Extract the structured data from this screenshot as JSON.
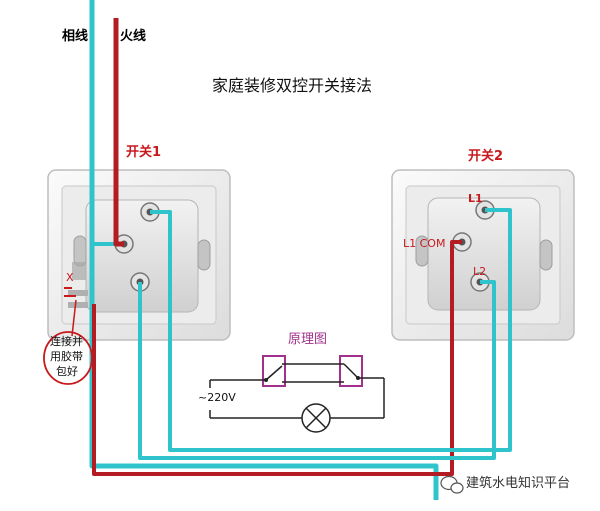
{
  "diagram": {
    "title": "家庭装修双控开关接法",
    "wire_labels": {
      "neutral": "相线",
      "live": "火线"
    },
    "switch1_label": "开关1",
    "switch2_label": "开关2",
    "terminals": {
      "l1": "L1",
      "com": "L1 COM",
      "l2": "L2"
    },
    "schematic_title": "原理图",
    "voltage": "~220V",
    "note": {
      "line1": "连接并",
      "line2": "用胶带",
      "line3": "包好"
    },
    "watermark": "建筑水电知识平台",
    "colors": {
      "live_wire": "#b31c22",
      "neutral_wire": "#2fc4cc",
      "accent": "#c8191c",
      "schematic": "#a2318b"
    }
  }
}
